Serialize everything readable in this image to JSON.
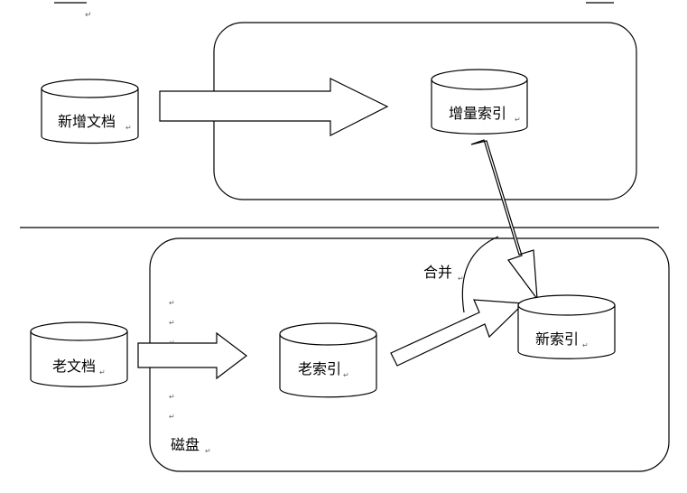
{
  "labels": {
    "new_docs": "新增文档",
    "incremental_index": "增量索引",
    "old_docs": "老文档",
    "old_index": "老索引",
    "new_index": "新索引",
    "merge": "合并",
    "disk": "磁盘",
    "paragraph_mark": "↵"
  },
  "colors": {
    "stroke": "#000000",
    "background": "#ffffff",
    "mark": "#666666"
  }
}
